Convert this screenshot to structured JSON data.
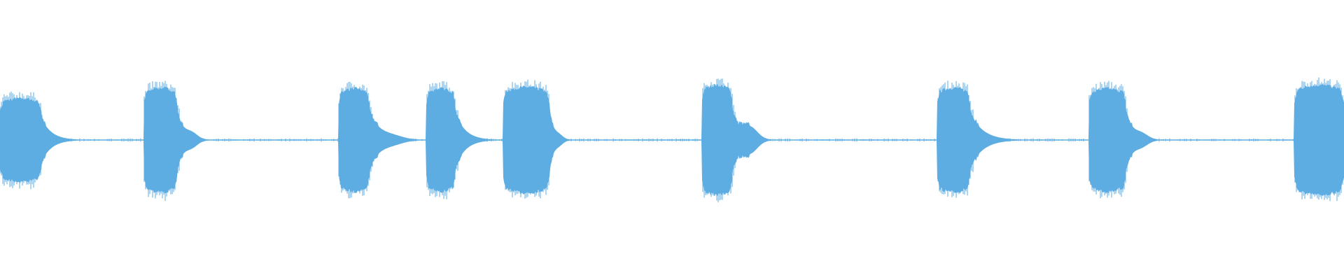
{
  "waveform": {
    "color": "#5dade2",
    "background": "#ffffff",
    "baseline_level": 0.008,
    "bursts": [
      {
        "start": 0.0,
        "end": 0.031,
        "level": 0.57,
        "decay": 0.016,
        "wobble": 0.0
      },
      {
        "start": 0.107,
        "end": 0.132,
        "level": 0.72,
        "decay": 0.012,
        "wobble": 0.07
      },
      {
        "start": 0.252,
        "end": 0.275,
        "level": 0.71,
        "decay": 0.02,
        "wobble": 0.03
      },
      {
        "start": 0.317,
        "end": 0.339,
        "level": 0.71,
        "decay": 0.016,
        "wobble": 0.0
      },
      {
        "start": 0.374,
        "end": 0.409,
        "level": 0.73,
        "decay": 0.008,
        "wobble": 0.04
      },
      {
        "start": 0.522,
        "end": 0.545,
        "level": 0.76,
        "decay": 0.015,
        "wobble": 0.14
      },
      {
        "start": 0.697,
        "end": 0.722,
        "level": 0.72,
        "decay": 0.02,
        "wobble": 0.0
      },
      {
        "start": 0.81,
        "end": 0.838,
        "level": 0.71,
        "decay": 0.013,
        "wobble": 0.06
      },
      {
        "start": 0.963,
        "end": 1.0,
        "level": 0.76,
        "decay": 0.0,
        "wobble": 0.0
      }
    ]
  }
}
